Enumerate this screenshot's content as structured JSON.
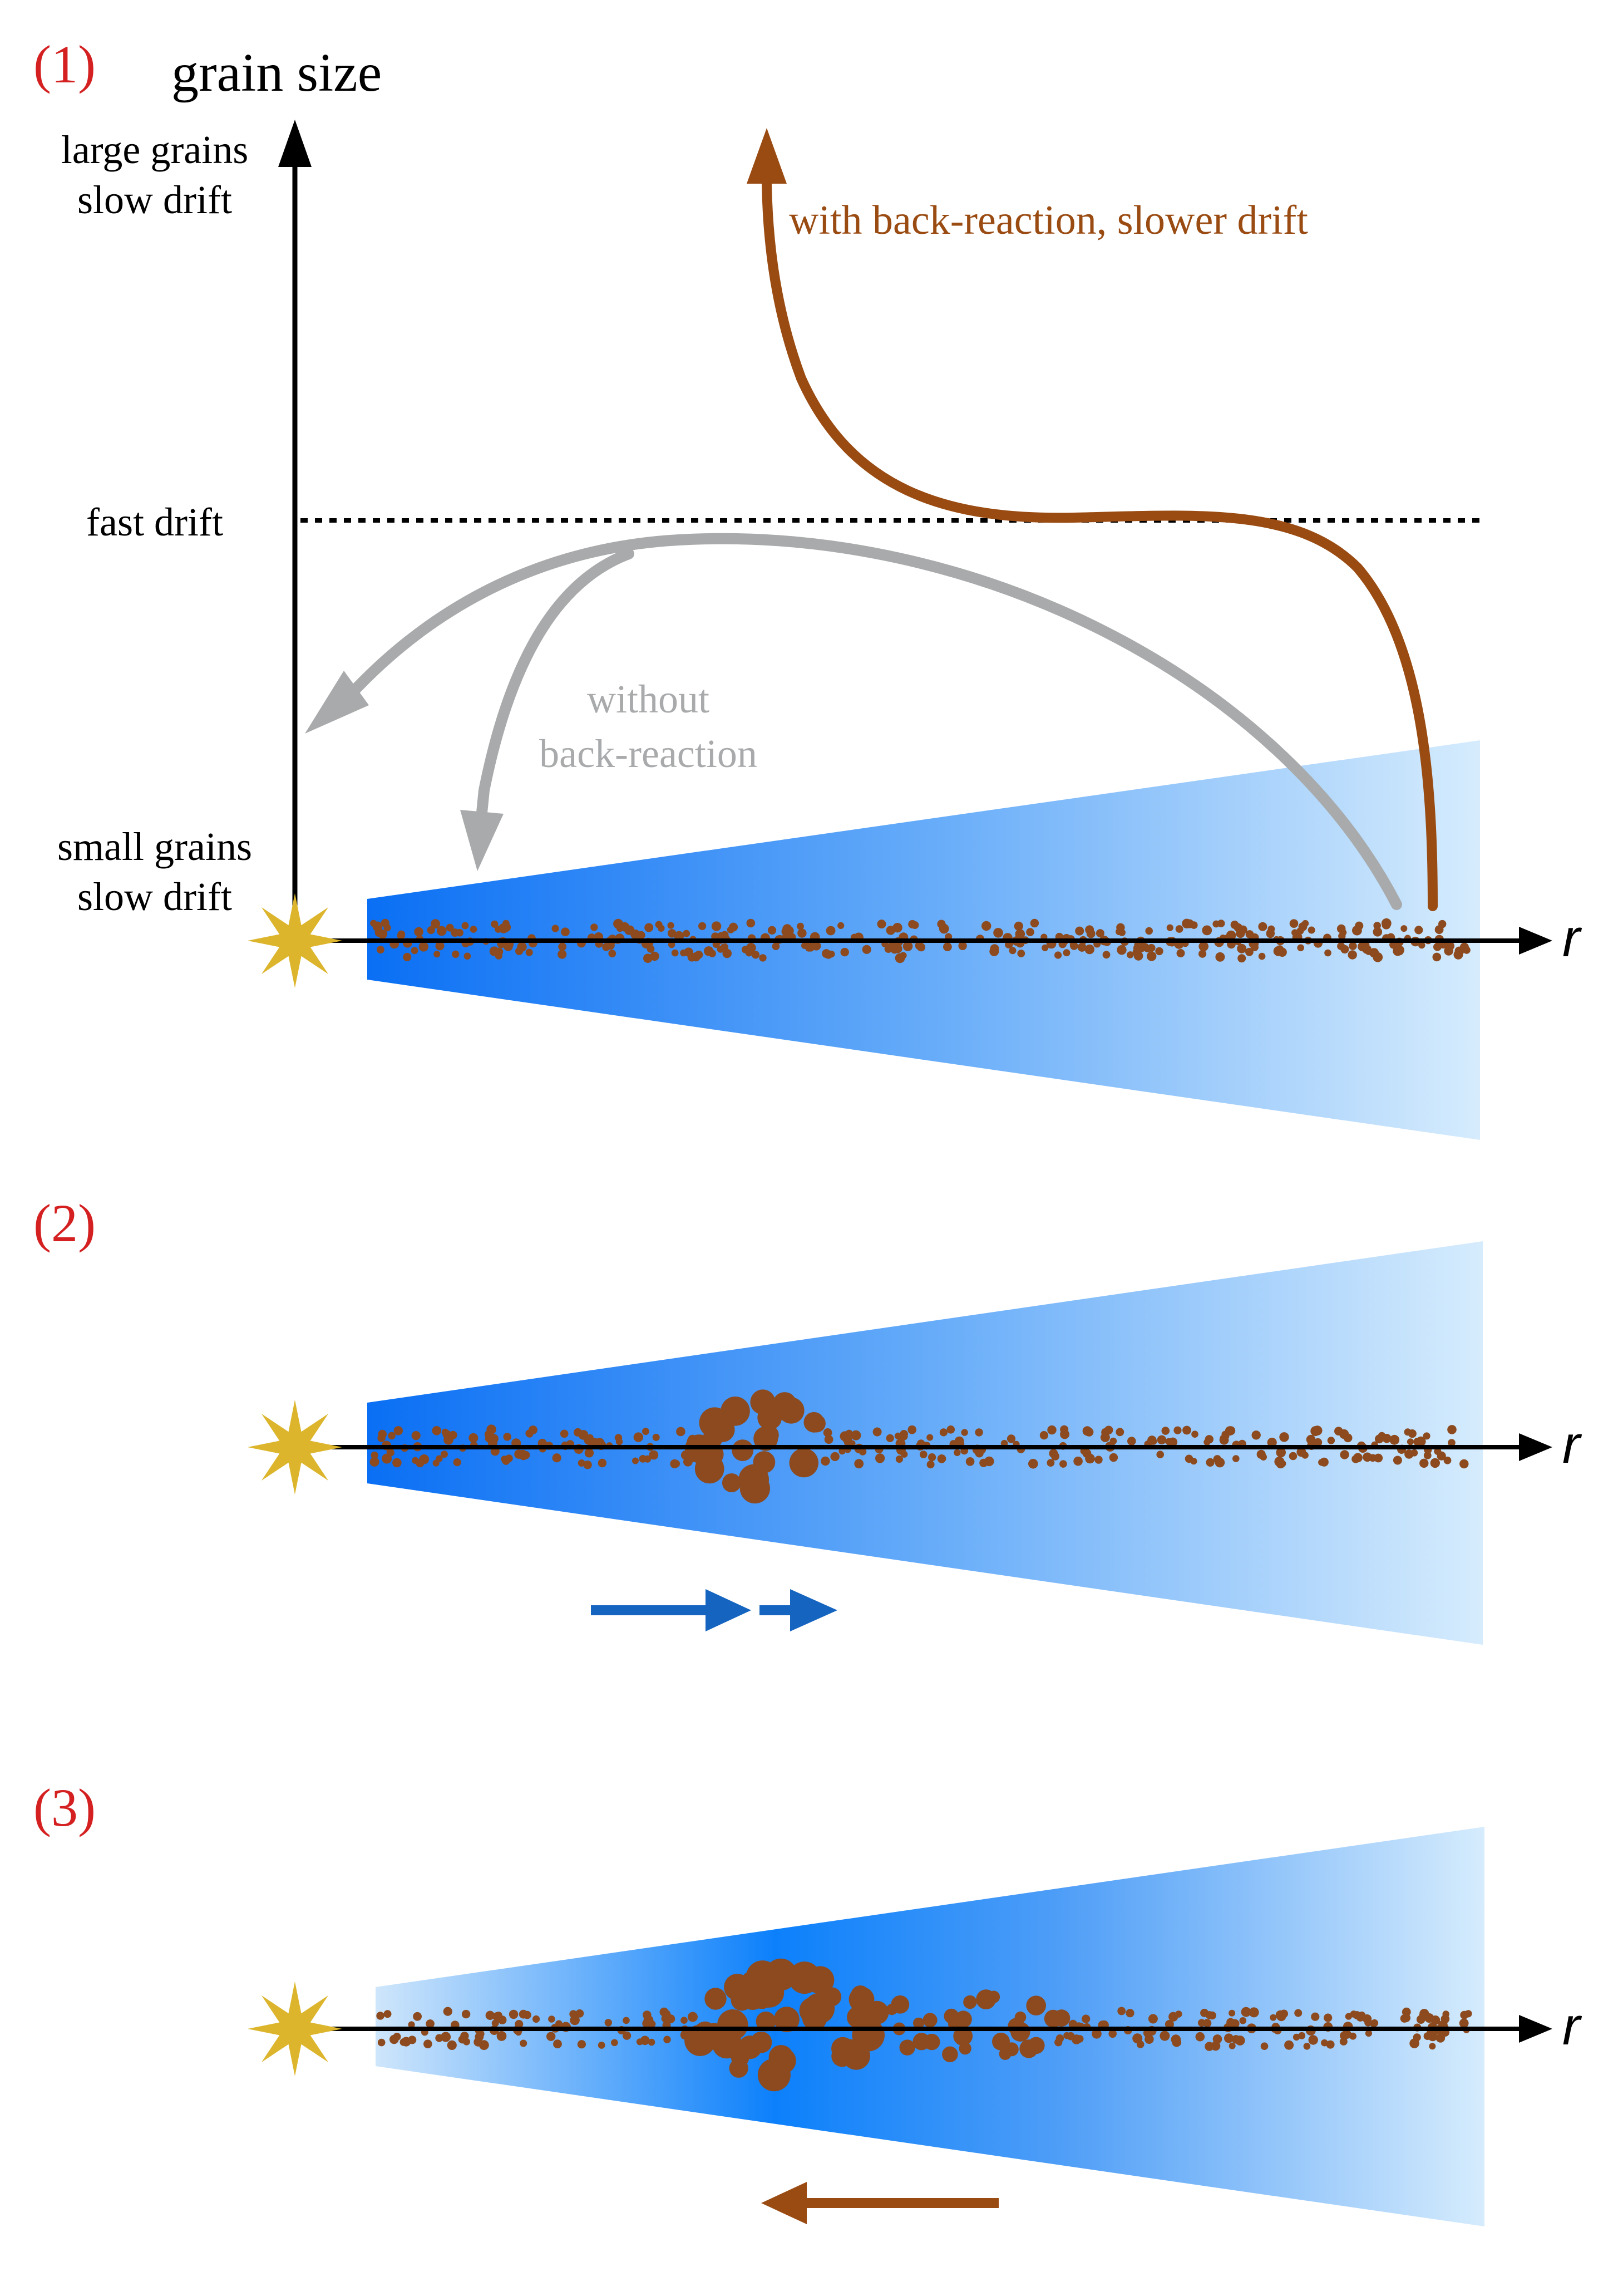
{
  "colors": {
    "panel_label": "#d42020",
    "axis": "#000000",
    "star": "#dcb52c",
    "dust": "#8c4a1e",
    "with_backreaction": "#9a4b12",
    "without_backreaction": "#a8aaab",
    "disk_dark": "#0a70f5",
    "disk_light": "#d6ecfd",
    "arrow_blue": "#1565c0"
  },
  "panel1": {
    "label": "(1)",
    "y_axis_title": "grain size",
    "top_label": [
      "large grains",
      "slow drift"
    ],
    "middle_label": "fast drift",
    "bottom_label": [
      "small grains",
      "slow drift"
    ],
    "with_label": "with back-reaction, slower drift",
    "without_label": [
      "without",
      "back-reaction"
    ],
    "x_axis_label": "r"
  },
  "panel2": {
    "label": "(2)",
    "x_axis_label": "r"
  },
  "panel3": {
    "label": "(3)",
    "x_axis_label": "r"
  }
}
